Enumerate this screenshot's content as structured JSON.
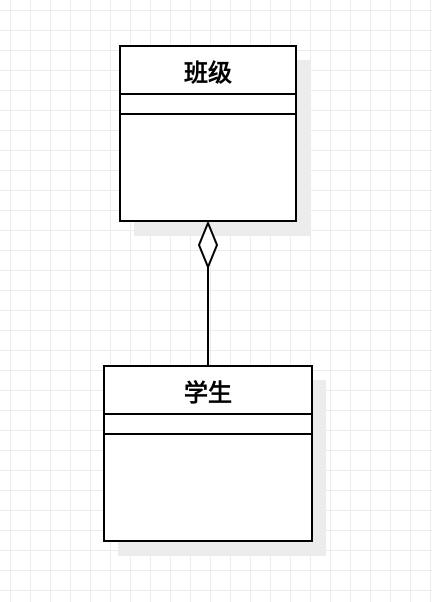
{
  "diagram": {
    "type": "uml-class-diagram",
    "classes": [
      {
        "id": "class",
        "name": "班级"
      },
      {
        "id": "student",
        "name": "学生"
      }
    ],
    "relationships": [
      {
        "type": "aggregation",
        "whole": "class",
        "part": "student"
      }
    ],
    "colors": {
      "stroke": "#000000",
      "fill": "#ffffff",
      "shadow": "#ececec",
      "grid": "#ececec"
    }
  }
}
